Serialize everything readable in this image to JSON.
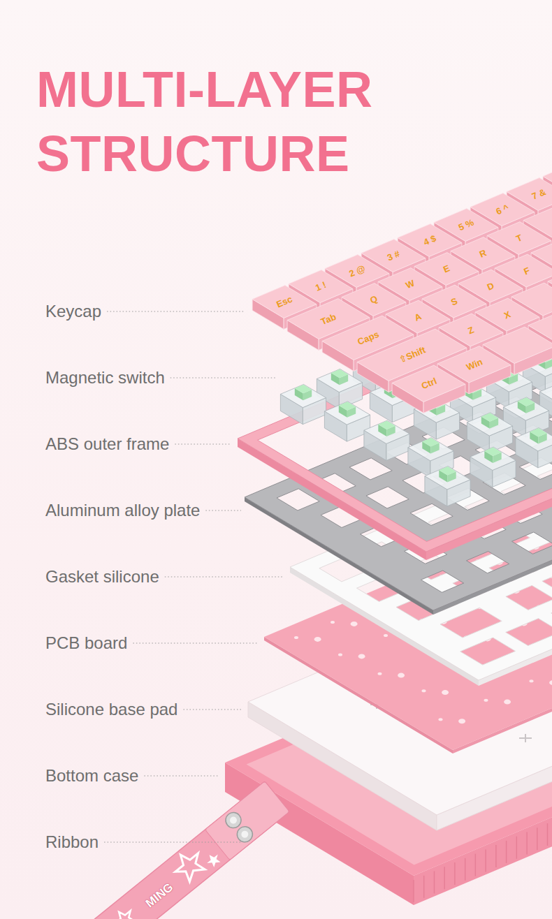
{
  "diagram": {
    "title": "MULTI-LAYER STRUCTURE",
    "labels": [
      "Keycap",
      "Magnetic switch",
      "ABS outer frame",
      "Aluminum alloy plate",
      "Gasket silicone",
      "PCB board",
      "Silicone base pad",
      "Bottom case",
      "Ribbon",
      "Esc",
      "1 !",
      "2 @",
      "3 #",
      "4 $",
      "5 %",
      "6 ^",
      "7 &",
      "Tab",
      "Q",
      "W",
      "E",
      "R",
      "T",
      "Caps",
      "A",
      "S",
      "D",
      "F",
      "⇧Shift",
      "Z",
      "X",
      "Ctrl",
      "Win",
      "MING"
    ]
  }
}
